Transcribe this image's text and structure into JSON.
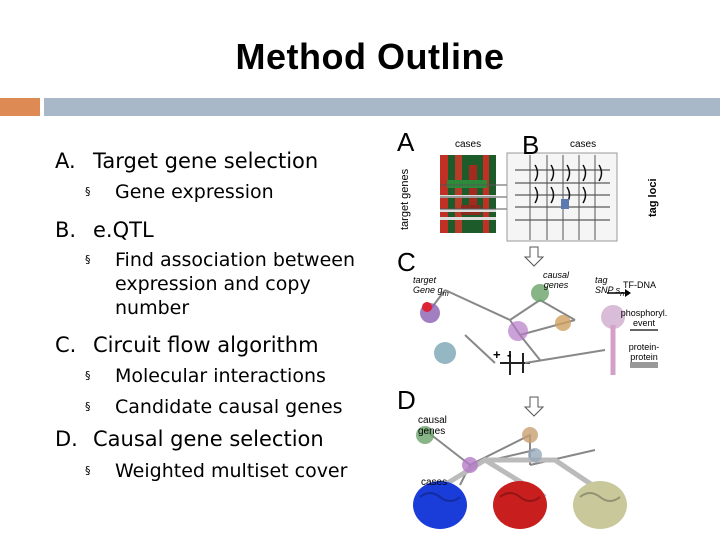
{
  "slide": {
    "title": "Method Outline",
    "accent_color": "#dd8a55",
    "band_color": "#a8b8c8"
  },
  "outline": [
    {
      "letter": "A.",
      "text": "Target gene selection",
      "subs": [
        "Gene expression"
      ]
    },
    {
      "letter": "B.",
      "text": "e.QTL",
      "subs": [
        "Find association between expression and copy number"
      ]
    },
    {
      "letter": "C.",
      "text": "Circuit flow algorithm",
      "subs": [
        "Molecular interactions",
        "Candidate causal genes"
      ]
    },
    {
      "letter": "D.",
      "text": "Causal gene selection",
      "subs": [
        "Weighted multiset cover"
      ]
    }
  ],
  "bullet_glyph": "§",
  "figure": {
    "panel_labels": [
      "A",
      "B",
      "C",
      "D"
    ],
    "cases_a": "cases",
    "cases_b": "cases",
    "target_genes": "target genes",
    "tag_loci": "tag loci",
    "target_gene": "target",
    "target_gene_sym": "Gene g",
    "target_gene_sub": "m",
    "causal_genes_c": "causal genes",
    "tag": "tag",
    "snp": "SNP s",
    "snp_sub": "n",
    "tf_dna": "TF-DNA",
    "phosphoryl": "phosphoryl. event",
    "protein_protein": "protein-protein",
    "plus": "+",
    "minus": "-",
    "causal_genes_d": "causal genes",
    "cases_d": "cases"
  }
}
